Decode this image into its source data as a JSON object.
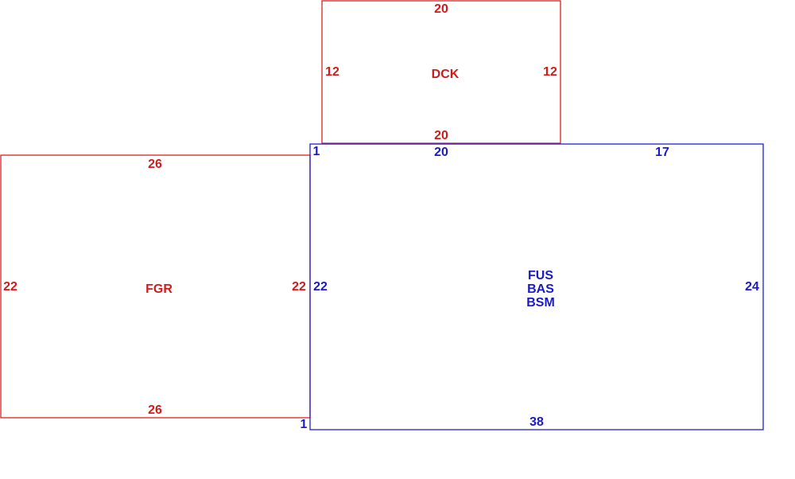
{
  "colors": {
    "red": "#e02020",
    "blue": "#2020d0"
  },
  "areas": [
    {
      "name": "DCK",
      "lines": [
        "DCK"
      ],
      "color": "red",
      "dims": {
        "top": "20",
        "bottom": "20",
        "left": "12",
        "right": "12"
      }
    },
    {
      "name": "FGR",
      "lines": [
        "FGR"
      ],
      "color": "red",
      "dims": {
        "top": "26",
        "bottom": "26",
        "left": "22",
        "right": "22"
      }
    },
    {
      "name": "FUS",
      "lines": [
        "FUS",
        "BAS",
        "BSM"
      ],
      "color": "blue",
      "dims": {
        "top_left": "20",
        "top_right": "17",
        "bottom": "38",
        "left": "22",
        "right": "24"
      }
    }
  ],
  "connectors": {
    "top": "1",
    "bottom": "1"
  }
}
